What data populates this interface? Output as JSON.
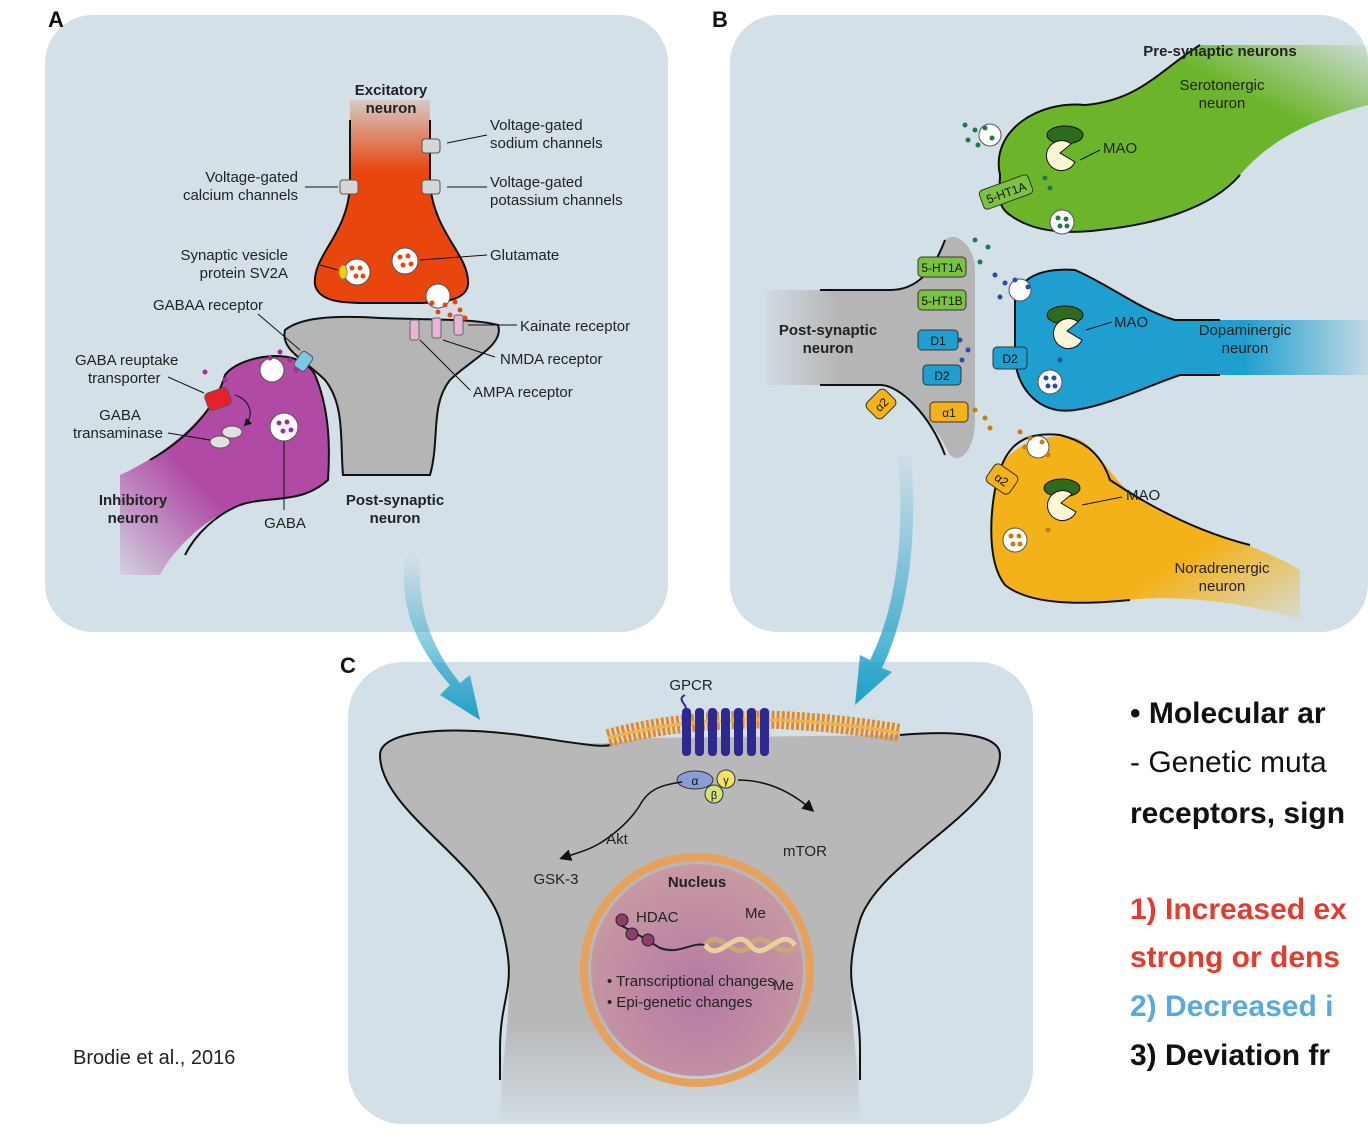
{
  "panels": {
    "a": {
      "letter": "A",
      "excitatory_neuron": [
        "Excitatory",
        "neuron"
      ],
      "voltage_gated_sodium": [
        "Voltage-gated",
        "sodium channels"
      ],
      "voltage_gated_calcium": [
        "Voltage-gated",
        "calcium channels"
      ],
      "voltage_gated_potassium": [
        "Voltage-gated",
        "potassium channels"
      ],
      "sv2a": [
        "Synaptic vesicle",
        "protein SV2A"
      ],
      "glutamate": "Glutamate",
      "gaba_a_receptor": "GABAA receptor",
      "gaba_reuptake": [
        "GABA reuptake",
        "transporter"
      ],
      "gaba_transaminase": [
        "GABA",
        "transaminase"
      ],
      "kainate": "Kainate receptor",
      "nmda": "NMDA receptor",
      "ampa": "AMPA receptor",
      "inhibitory_neuron": [
        "Inhibitory",
        "neuron"
      ],
      "gaba": "GABA",
      "post_synaptic": [
        "Post-synaptic",
        "neuron"
      ]
    },
    "b": {
      "letter": "B",
      "pre_synaptic": "Pre-synaptic neurons",
      "serotonergic": [
        "Serotonergic",
        "neuron"
      ],
      "dopaminergic": [
        "Dopaminergic",
        "neuron"
      ],
      "noradrenergic": [
        "Noradrenergic",
        "neuron"
      ],
      "post_synaptic": [
        "Post-synaptic",
        "neuron"
      ],
      "mao": "MAO",
      "receptors": {
        "ht1a": "5-HT1A",
        "ht1b": "5-HT1B",
        "d1": "D1",
        "d2": "D2",
        "a1": "α1",
        "a2": "α2"
      }
    },
    "c": {
      "letter": "C",
      "gpcr": "GPCR",
      "akt": "Akt",
      "gsk3": "GSK-3",
      "mtor": "mTOR",
      "nucleus": "Nucleus",
      "hdac": "HDAC",
      "me": "Me",
      "alpha": "α",
      "beta": "β",
      "gamma": "γ",
      "bullets": [
        "• Transcriptional changes",
        "• Epi-genetic changes"
      ]
    }
  },
  "citation": "Brodie et al., 2016",
  "right_text": {
    "line1": "• Molecular ar",
    "line2": "- Genetic muta",
    "line3": "receptors, sign",
    "line4": "1) Increased ex",
    "line5": "strong or dens",
    "line6": "2) Decreased i",
    "line7": "3) Deviation fr"
  },
  "colors": {
    "panel_bg": "#d4e0e7",
    "excitatory": "#e8460d",
    "inhibitory": "#b04aa4",
    "serotonergic": "#6cb52b",
    "dopaminergic": "#1f9fcf",
    "noradrenergic": "#f3b21a",
    "post_synaptic": "#b5b5b5",
    "red_text": "#e33b2e",
    "blue_text": "#5aa9de",
    "arrow": "#1fa0c8"
  }
}
